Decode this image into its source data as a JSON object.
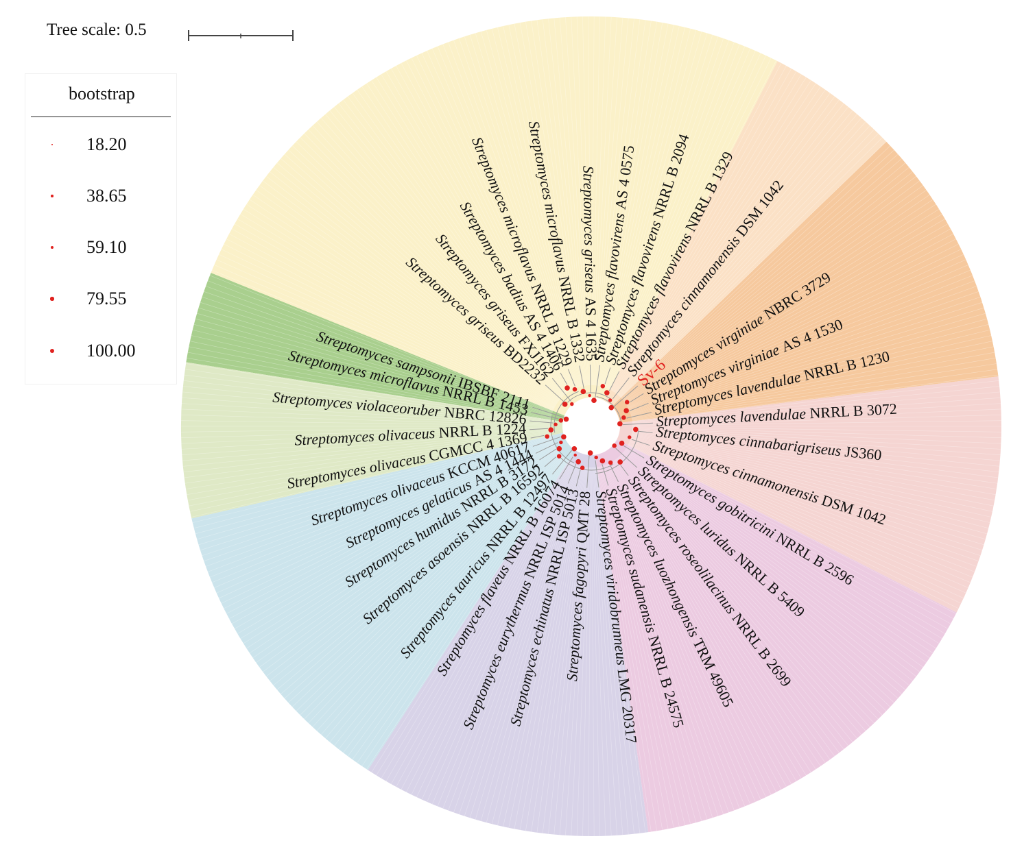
{
  "scale": {
    "label": "Tree scale: 0.5"
  },
  "legend": {
    "title": "bootstrap",
    "items": [
      {
        "value": "18.20",
        "fraction": 0.182
      },
      {
        "value": "38.65",
        "fraction": 0.3865
      },
      {
        "value": "59.10",
        "fraction": 0.591
      },
      {
        "value": "79.55",
        "fraction": 0.7955
      },
      {
        "value": "100.00",
        "fraction": 1.0
      }
    ]
  },
  "colors": {
    "accent": "#e0221f",
    "branch": "#9a9a9a",
    "clade_green_dark": "#a9cf8e",
    "clade_green_light": "#dfe9c6",
    "clade_yellow": "#fbf1c9",
    "clade_peach": "#fbe1c6",
    "clade_orange": "#f6c99e",
    "clade_pink": "#f5d5d2",
    "clade_magenta": "#eccbe1",
    "clade_purple": "#d8d3e8",
    "clade_blue": "#cce4ec"
  },
  "tree": {
    "leaves": [
      {
        "species": "Streptomyces sampsonii",
        "strain": "IBSBF 2111",
        "bootstrap": 100
      },
      {
        "species": "Streptomyces microflavus",
        "strain": "NRRL B 1453",
        "bootstrap": 79.55
      },
      {
        "species": "Streptomyces violaceoruber",
        "strain": "NBRC 12826",
        "bootstrap": 59.1
      },
      {
        "species": "Streptomyces olivaceus",
        "strain": "NRRL B 1224",
        "bootstrap": 100
      },
      {
        "species": "Streptomyces olivaceus",
        "strain": "CGMCC 4 1369",
        "bootstrap": 79.55
      },
      {
        "species": "Streptomyces olivaceus",
        "strain": "KCCM 40617",
        "bootstrap": 100
      },
      {
        "species": "Streptomyces gelaticus",
        "strain": "AS 4 1444",
        "bootstrap": 59.1
      },
      {
        "species": "Streptomyces humidus",
        "strain": "NRRL B 3172",
        "bootstrap": 100
      },
      {
        "species": "Streptomyces asoensis",
        "strain": "NRRL B 16592",
        "bootstrap": 79.55
      },
      {
        "species": "Streptomyces tauricus",
        "strain": "NRRL B 12497",
        "bootstrap": 100
      },
      {
        "species": "Streptomyces flaveus",
        "strain": "NRRL B 16074",
        "bootstrap": 38.65
      },
      {
        "species": "Streptomyces eurythermus",
        "strain": "NRRL ISP 5014",
        "bootstrap": 100
      },
      {
        "species": "Streptomyces echinatus",
        "strain": "NRRL ISP 5013",
        "bootstrap": 79.55
      },
      {
        "species": "Streptomyces fagopyri",
        "strain": "QMT 28",
        "bootstrap": 100
      },
      {
        "species": "Streptomyces viridobrunneus",
        "strain": "LMG 20317",
        "bootstrap": 59.1
      },
      {
        "species": "Streptomyces sudanensis",
        "strain": "NRRL B 24575",
        "bootstrap": 100
      },
      {
        "species": "Streptomyces luozhongensis",
        "strain": "TRM 49605",
        "bootstrap": 79.55
      },
      {
        "species": "Streptomyces roseolilacinus",
        "strain": "NRRL B 2699",
        "bootstrap": 100
      },
      {
        "species": "Streptomyces luridus",
        "strain": "NRRL B 5409",
        "bootstrap": 79.55
      },
      {
        "species": "Streptomyces gobitricini",
        "strain": "NRRL B 2596",
        "bootstrap": 100
      },
      {
        "species": "Streptomyces cinnamonensis",
        "strain": "DSM 1042",
        "bootstrap": 59.1
      },
      {
        "species": "Streptomyces cinnabarigriseus",
        "strain": "JS360",
        "bootstrap": 100
      },
      {
        "species": "Streptomyces lavendulae",
        "strain": "NRRL B 3072",
        "bootstrap": 100
      },
      {
        "species": "Streptomyces lavendulae",
        "strain": "NRRL B 1230",
        "bootstrap": 79.55
      },
      {
        "species": "Streptomyces virginiae",
        "strain": "AS 4 1530",
        "bootstrap": 100
      },
      {
        "species": "Streptomyces virginiae",
        "strain": "NBRC 3729",
        "bootstrap": 79.55
      },
      {
        "species": "",
        "strain": "Sv-6",
        "bootstrap": 100,
        "highlight": true
      },
      {
        "species": "Streptomyces cinnamonensis",
        "strain": "DSM 1042",
        "bootstrap": 59.1
      },
      {
        "species": "Streptomyces flavovirens",
        "strain": "NRRL B 1329",
        "bootstrap": 100
      },
      {
        "species": "Streptomyces flavovirens",
        "strain": "NRRL B 2094",
        "bootstrap": 79.55
      },
      {
        "species": "Streptomyces flavovirens",
        "strain": "AS 4 0575",
        "bootstrap": 100
      },
      {
        "species": "Streptomyces griseus",
        "strain": "AS 4 1635",
        "bootstrap": 38.65
      },
      {
        "species": "Streptomyces microflavus",
        "strain": "NRRL B 1332",
        "bootstrap": 100
      },
      {
        "species": "Streptomyces microflavus",
        "strain": "NRRL B 1229",
        "bootstrap": 79.55
      },
      {
        "species": "Streptomyces badius",
        "strain": "AS 4 1406",
        "bootstrap": 100
      },
      {
        "species": "Streptomyces griseus",
        "strain": "FXJ162",
        "bootstrap": 59.1
      },
      {
        "species": "Streptomyces griseus",
        "strain": "BD2232",
        "bootstrap": 100
      }
    ]
  }
}
